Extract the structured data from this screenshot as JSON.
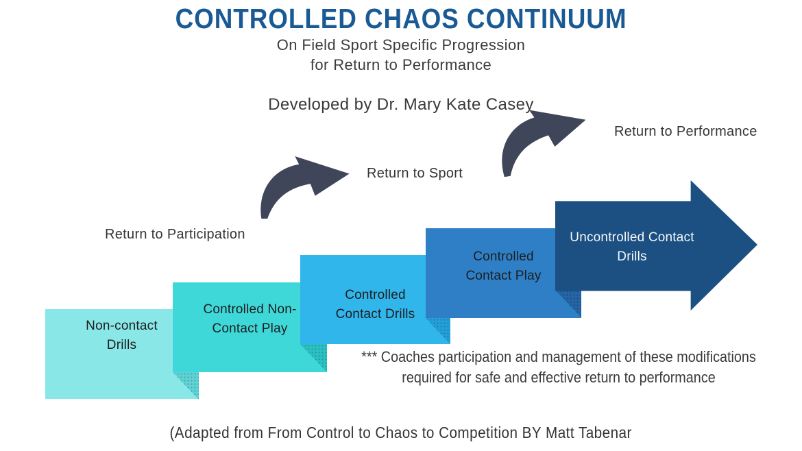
{
  "header": {
    "title": "CONTROLLED CHAOS CONTINUUM",
    "subtitle_lines": [
      "On Field Sport Specific Progression",
      "for Return to Performance"
    ],
    "developed_by": "Developed by Dr. Mary Kate Casey"
  },
  "milestones": [
    {
      "label": "Return to Participation"
    },
    {
      "label": "Return to Sport"
    },
    {
      "label": "Return to Performance"
    }
  ],
  "steps": [
    {
      "lines": [
        "Non-contact",
        "Drills"
      ],
      "color": "#8ae7e8"
    },
    {
      "lines": [
        "Controlled Non-",
        "Contact Play"
      ],
      "color": "#3fd8d8"
    },
    {
      "lines": [
        "Controlled",
        "Contact Drills"
      ],
      "color": "#31b6ec"
    },
    {
      "lines": [
        "Controlled",
        "Contact Play"
      ],
      "color": "#2e7fc6"
    },
    {
      "lines": [
        "Uncontrolled Contact",
        "Drills"
      ],
      "color": "#1c5083"
    }
  ],
  "footnote": {
    "line1": "*** Coaches participation and management of these modifications",
    "line2": "required for safe and effective return to performance"
  },
  "attribution": "(Adapted from From Control to Chaos to Competition BY Matt Tabenar",
  "colors": {
    "title": "#1a5a94",
    "body_text": "#3c3c3c",
    "curved_arrow": "#404659"
  }
}
